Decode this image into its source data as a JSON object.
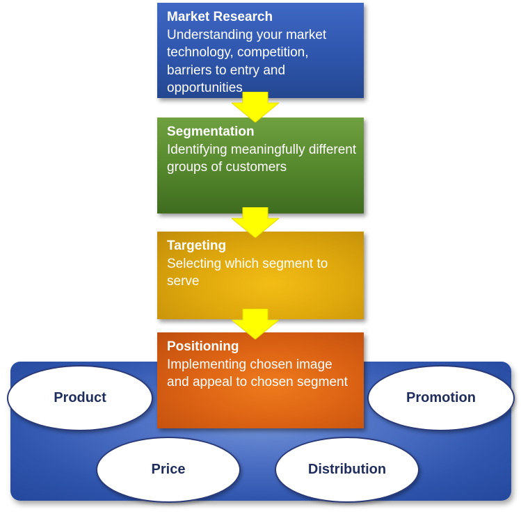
{
  "steps": [
    {
      "title": "Market Research",
      "description": "Understanding your market technology, competition, barriers to entry and opportunities",
      "color": "#2f56ad"
    },
    {
      "title": "Segmentation",
      "description": "Identifying meaningfully different groups of customers",
      "color": "#54862c"
    },
    {
      "title": "Targeting",
      "description": "Selecting which segment to serve",
      "color": "#e0a90c"
    },
    {
      "title": "Positioning",
      "description": "Implementing chosen image and appeal to chosen segment",
      "color": "#dc6314"
    }
  ],
  "marketing_mix": {
    "product": "Product",
    "promotion": "Promotion",
    "price": "Price",
    "distribution": "Distribution",
    "panel_color": "#2f55ad"
  },
  "arrow_color": "#ffff00"
}
